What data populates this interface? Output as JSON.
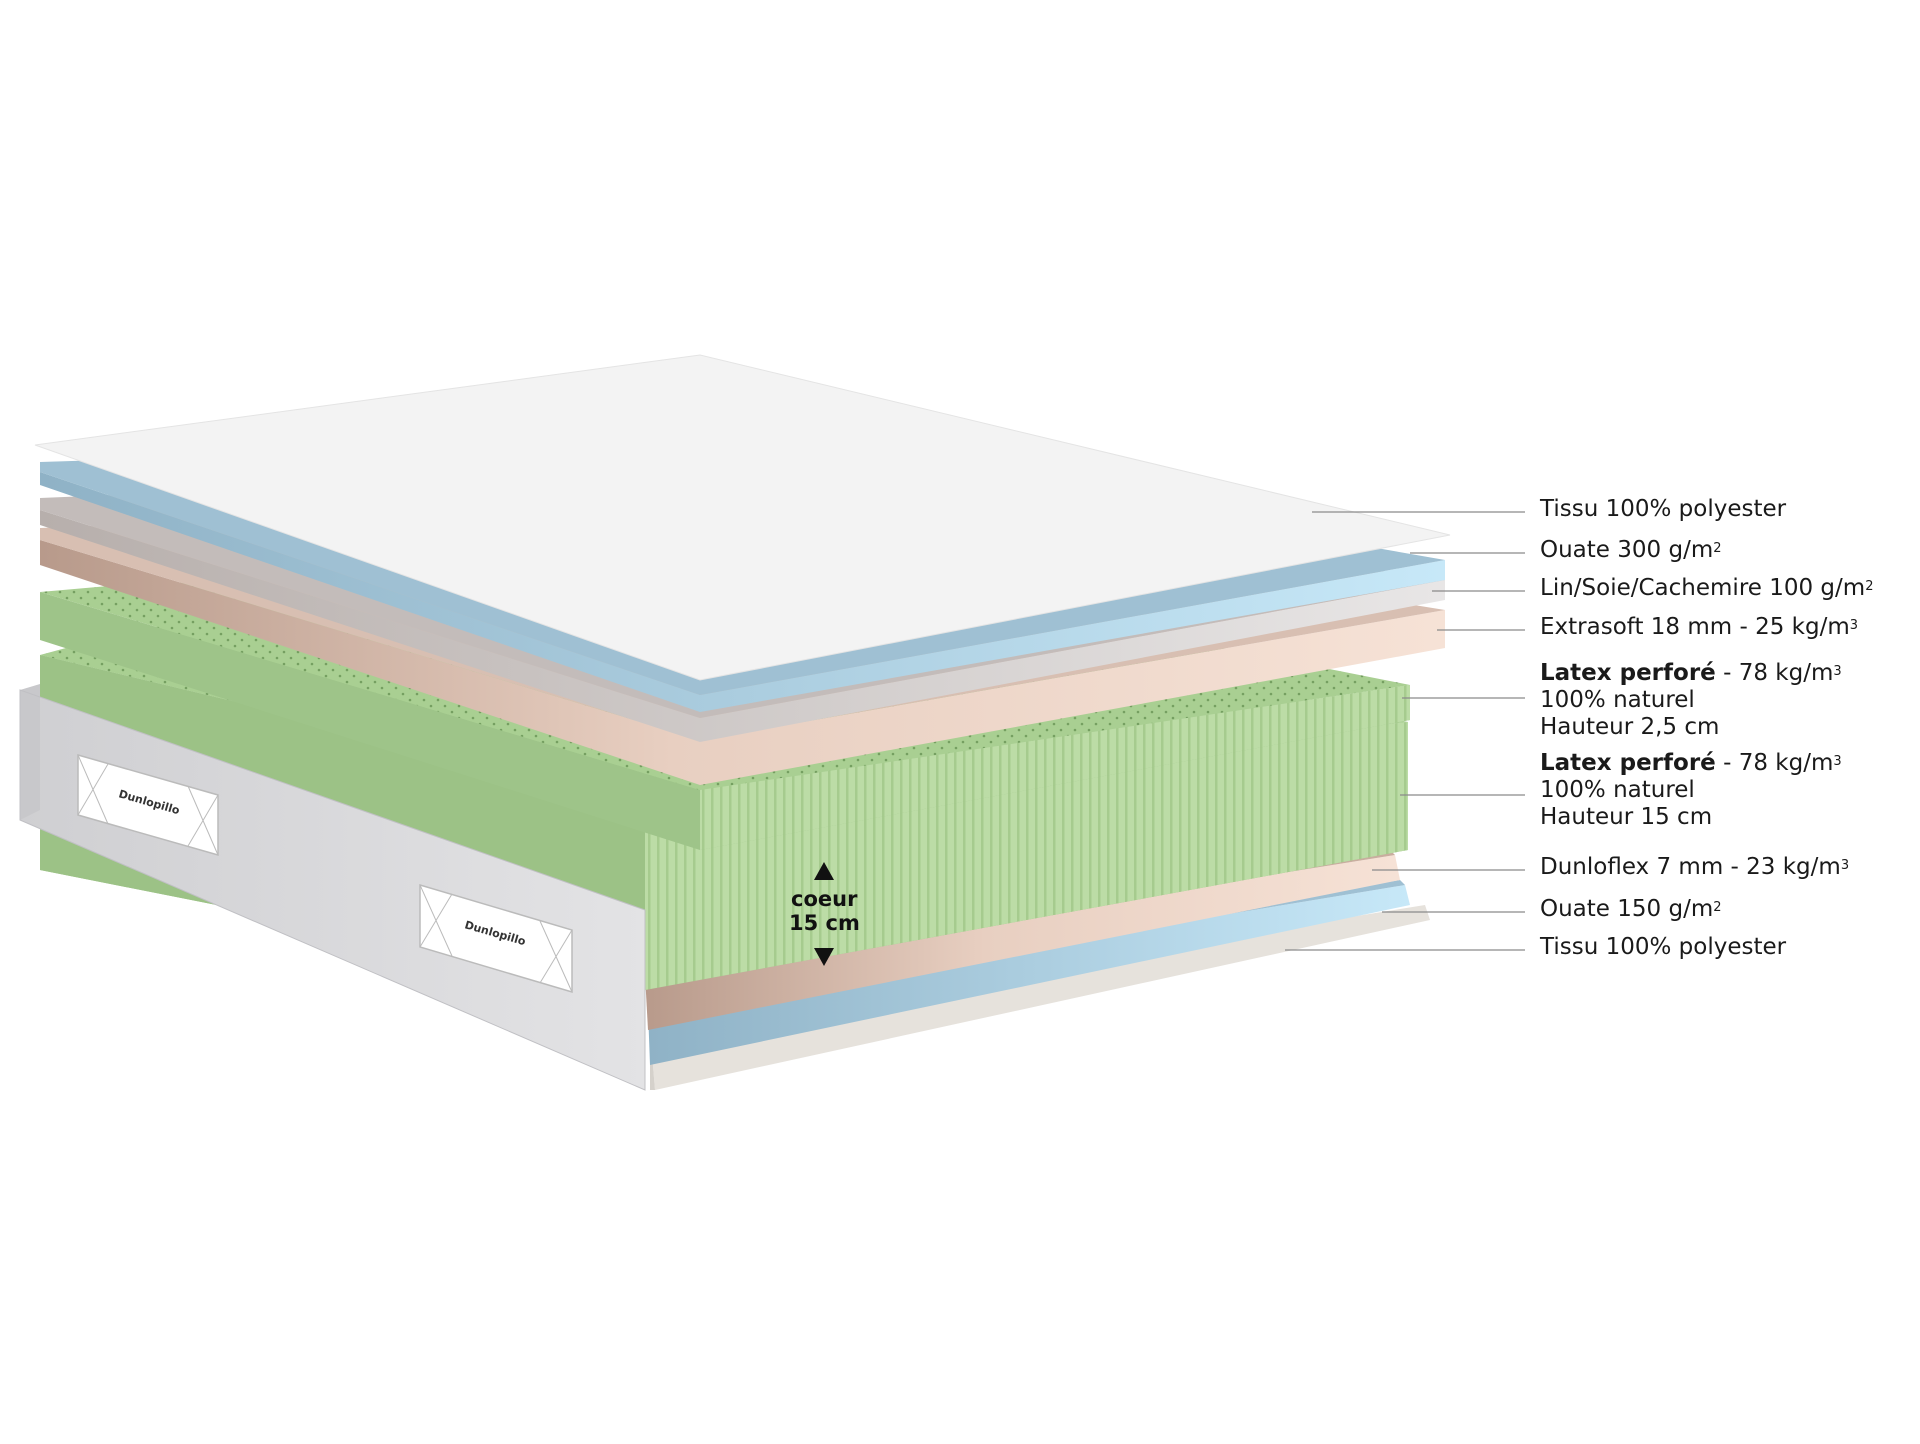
{
  "layers": [
    {
      "id": "tissu-top",
      "lines": [
        {
          "bold": "",
          "text": "Tissu 100% polyester",
          "sup": ""
        }
      ]
    },
    {
      "id": "ouate-300",
      "lines": [
        {
          "bold": "",
          "text": "Ouate 300 g/m",
          "sup": "2"
        }
      ]
    },
    {
      "id": "lin-soie",
      "lines": [
        {
          "bold": "",
          "text": "Lin/Soie/Cachemire 100 g/m",
          "sup": "2"
        }
      ]
    },
    {
      "id": "extrasoft",
      "lines": [
        {
          "bold": "",
          "text": "Extrasoft 18 mm - 25 kg/m",
          "sup": "3"
        }
      ]
    },
    {
      "id": "latex-thin",
      "lines": [
        {
          "bold": "Latex perforé",
          "text": " - 78 kg/m",
          "sup": "3"
        },
        {
          "bold": "",
          "text": "100% naturel",
          "sup": ""
        },
        {
          "bold": "",
          "text": "Hauteur 2,5 cm",
          "sup": ""
        }
      ]
    },
    {
      "id": "latex-core",
      "lines": [
        {
          "bold": "Latex perforé",
          "text": " - 78 kg/m",
          "sup": "3"
        },
        {
          "bold": "",
          "text": "100% naturel",
          "sup": ""
        },
        {
          "bold": "",
          "text": "Hauteur 15 cm",
          "sup": ""
        }
      ]
    },
    {
      "id": "dunloflex",
      "lines": [
        {
          "bold": "",
          "text": "Dunloflex 7 mm - 23 kg/m",
          "sup": "3"
        }
      ]
    },
    {
      "id": "ouate-150",
      "lines": [
        {
          "bold": "",
          "text": "Ouate 150 g/m",
          "sup": "2"
        }
      ]
    },
    {
      "id": "tissu-bottom",
      "lines": [
        {
          "bold": "",
          "text": "Tissu 100% polyester",
          "sup": ""
        }
      ]
    }
  ],
  "core_label": {
    "line1": "coeur",
    "line2": "15 cm"
  },
  "brand": "Dunlopillo",
  "colors": {
    "fabric_top": "#f2f2f2",
    "ouate_top": "#9fc0d3",
    "ouate_edge": "#bfe3f5",
    "lin_top": "#c3bcba",
    "lin_edge": "#dcdadb",
    "extrasoft_top": "#d8bfb2",
    "extrasoft_edge": "#f0d9cc",
    "latex_top": "#a9cf92",
    "latex_edge": "#b9dba3",
    "side_panel": "#d9d9db",
    "bottom_fabric": "#e8e4de",
    "leader_line": "#8a8a8a"
  }
}
